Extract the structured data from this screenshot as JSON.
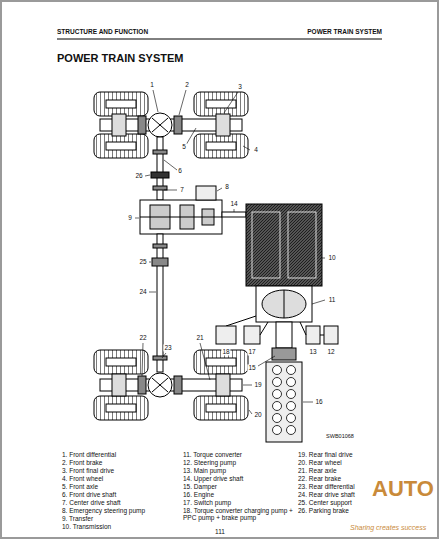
{
  "diagram": {
    "title": "POWER TRAIN SYSTEM",
    "labels": [
      "STRUCTURE AND FUNCTION",
      "POWER TRAIN SYSTEM",
      "1",
      "2",
      "3",
      "26",
      "5",
      "6",
      "4",
      "25",
      "7",
      "8",
      "9",
      "10",
      "11",
      "24",
      "22",
      "23",
      "21",
      "17",
      "18",
      "13",
      "14",
      "12",
      "15",
      "19",
      "20",
      "16",
      "SWB01068",
      "1. Front differential",
      "2. Front brake",
      "3. Front final drive",
      "4. Front wheel",
      "5. Front axle",
      "6. Front drive shaft",
      "7. Center drive shaft",
      "8. Emergency steering pump",
      "9. Transfer",
      "10. Transmission",
      "11. Torque converter",
      "12. Steering pump",
      "13. Main pump",
      "14. Upper drive shaft",
      "15. Damper",
      "16. Engine",
      "17. Switch pump",
      "18. Torque converter charging pump + PPC pump + brake pump",
      "19. Rear final drive",
      "20. Rear wheel",
      "21. Rear axle",
      "22. Rear brake",
      "23. Rear differential",
      "24. Rear drive shaft",
      "25. Center support",
      "26. Parking brake",
      "111",
      "AUTO",
      "Sharing creates success"
    ]
  }
}
